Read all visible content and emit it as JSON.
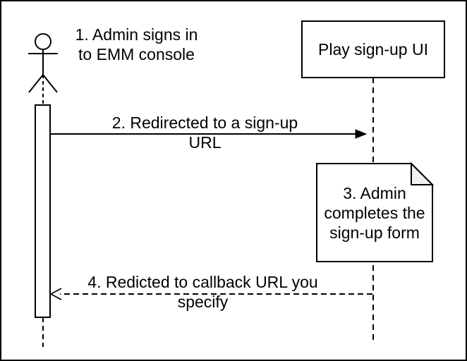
{
  "diagram_type": "sequence-diagram",
  "participants": {
    "play_signup_ui": "Play sign-up UI"
  },
  "annotations": {
    "step1": "1. Admin signs in\nto EMM console"
  },
  "messages": {
    "step2": "2. Redirected to a sign-up URL",
    "step4": "4. Redicted to callback URL you specify"
  },
  "notes": {
    "step3": "3. Admin\ncompletes the\nsign-up form"
  },
  "colors": {
    "stroke": "#000000",
    "background": "#ffffff",
    "note_fold": "#f0f0f0",
    "text": "#000000"
  }
}
